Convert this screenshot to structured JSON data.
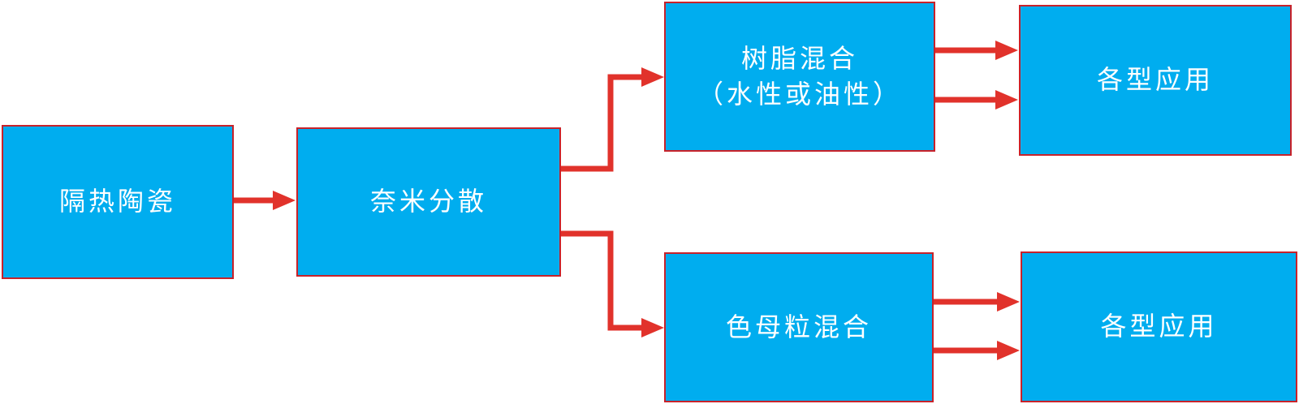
{
  "diagram": {
    "colors": {
      "box_fill": "#00adef",
      "box_border": "#c8222a",
      "arrow": "#e1322b",
      "text": "#ffffff"
    },
    "nodes": {
      "ceramic": {
        "label": "隔热陶瓷"
      },
      "nano_dispersion": {
        "label": "奈米分散"
      },
      "resin_mixing": {
        "label_line1": "树脂混合",
        "label_line2": "（水性或油性）"
      },
      "masterbatch_mixing": {
        "label": "色母粒混合"
      },
      "application_top": {
        "label": "各型应用"
      },
      "application_bottom": {
        "label": "各型应用"
      }
    },
    "edges": [
      {
        "from": "ceramic",
        "to": "nano_dispersion"
      },
      {
        "from": "nano_dispersion",
        "to": "resin_mixing"
      },
      {
        "from": "nano_dispersion",
        "to": "masterbatch_mixing"
      },
      {
        "from": "resin_mixing",
        "to": "application_top"
      },
      {
        "from": "resin_mixing",
        "to": "application_top"
      },
      {
        "from": "masterbatch_mixing",
        "to": "application_bottom"
      },
      {
        "from": "masterbatch_mixing",
        "to": "application_bottom"
      }
    ]
  }
}
